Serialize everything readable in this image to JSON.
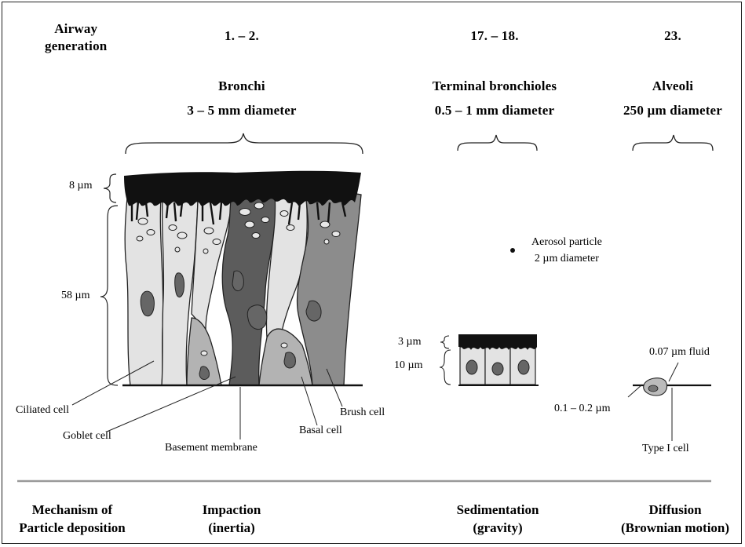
{
  "header": {
    "airway_generation": [
      "Airway",
      "generation"
    ],
    "gen_bronchi": "1. – 2.",
    "gen_terminal": "17. – 18.",
    "gen_alveoli": "23."
  },
  "regions": {
    "bronchi": {
      "name": "Bronchi",
      "diameter": "3 – 5 mm diameter"
    },
    "terminal": {
      "name": "Terminal bronchioles",
      "diameter": "0.5 – 1 mm diameter"
    },
    "alveoli": {
      "name": "Alveoli",
      "diameter": "250 µm diameter"
    }
  },
  "measurements": {
    "bronchi_cilia": "8 µm",
    "bronchi_height": "58 µm",
    "terminal_cilia": "3 µm",
    "terminal_height": "10 µm",
    "alveoli_fluid": "0.07 µm fluid",
    "alveoli_thickness": "0.1 – 0.2 µm"
  },
  "aerosol": {
    "line1": "Aerosol particle",
    "line2": "2 µm diameter"
  },
  "cell_labels": {
    "ciliated": "Ciliated cell",
    "goblet": "Goblet cell",
    "basement": "Basement membrane",
    "basal": "Basal cell",
    "brush": "Brush cell",
    "type1": "Type I cell"
  },
  "mechanism": {
    "title": [
      "Mechanism of",
      "Particle deposition"
    ],
    "impaction": [
      "Impaction",
      "(inertia)"
    ],
    "sedimentation": [
      "Sedimentation",
      "(gravity)"
    ],
    "diffusion": [
      "Diffusion",
      "(Brownian motion)"
    ]
  },
  "colors": {
    "cilia": "#111111",
    "ciliated_cell": "#e3e3e3",
    "goblet_cell": "#5c5c5c",
    "brush_cell": "#8c8c8c",
    "basal_cell": "#b3b3b3",
    "nucleus": "#666666",
    "divider": "#999999"
  }
}
